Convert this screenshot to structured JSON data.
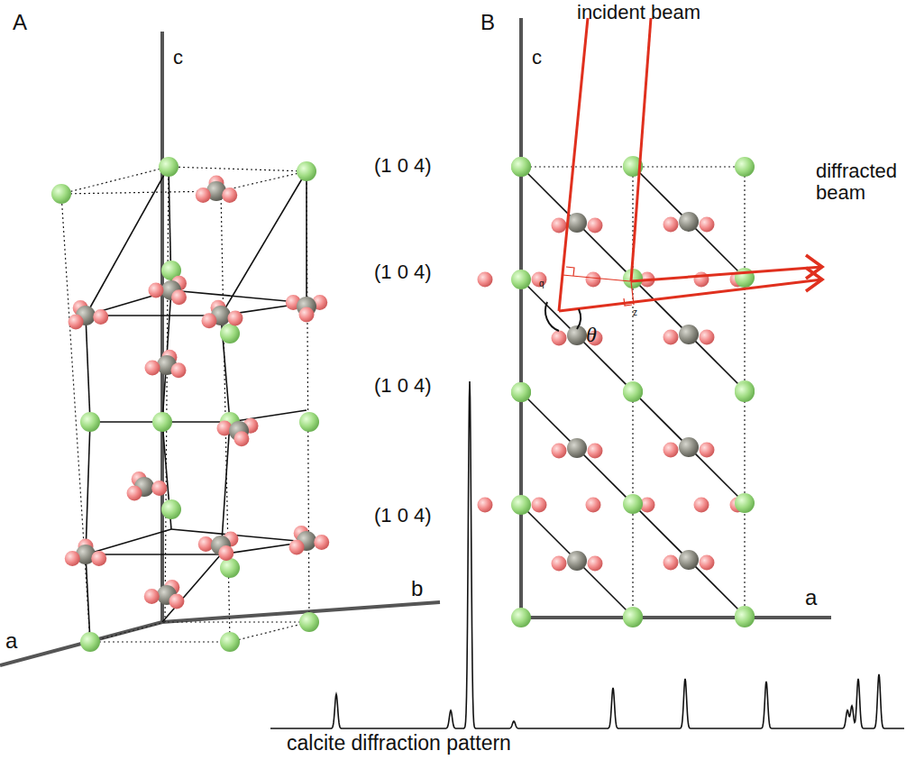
{
  "diagram": {
    "labels": [
      "A",
      "B",
      "c",
      "a",
      "b",
      "(1 0 4)",
      "(1 0 4)",
      "(1 0 4)",
      "(1 0 4)",
      "incident beam",
      "diffracted beam",
      "c",
      "q",
      "z",
      "θ",
      "a",
      "calcite diffraction pattern"
    ]
  }
}
